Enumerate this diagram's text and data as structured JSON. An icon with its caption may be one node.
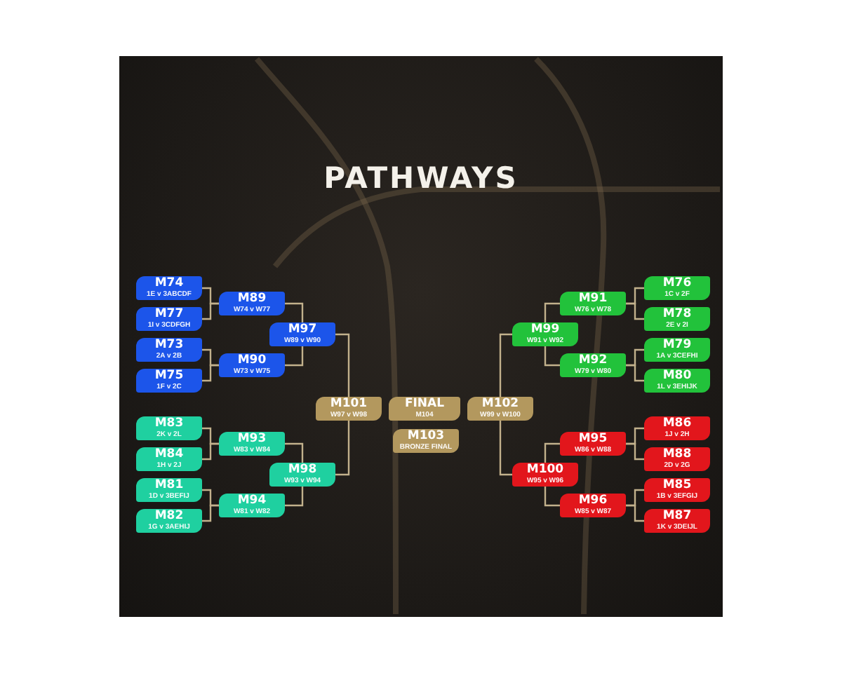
{
  "diagram": {
    "title": "PATHWAYS",
    "nodes": [
      {
        "text": [
          "M74",
          "1E v 3ABCDF"
        ]
      },
      {
        "text": [
          "M77",
          "1I v 3CDFGH"
        ]
      },
      {
        "text": [
          "M73",
          "2A v 2B"
        ]
      },
      {
        "text": [
          "M75",
          "1F v 2C"
        ]
      },
      {
        "text": [
          "M89",
          "W74 v W77"
        ]
      },
      {
        "text": [
          "M90",
          "W73 v W75"
        ]
      },
      {
        "text": [
          "M97",
          "W89 v W90"
        ]
      },
      {
        "text": [
          "M83",
          "2K v 2L"
        ]
      },
      {
        "text": [
          "M84",
          "1H v 2J"
        ]
      },
      {
        "text": [
          "M81",
          "1D v 3BEFIJ"
        ]
      },
      {
        "text": [
          "M82",
          "1G v 3AEHIJ"
        ]
      },
      {
        "text": [
          "M93",
          "W83 v W84"
        ]
      },
      {
        "text": [
          "M94",
          "W81 v W82"
        ]
      },
      {
        "text": [
          "M98",
          "W93 v W94"
        ]
      },
      {
        "text": [
          "M101",
          "W97 v W98"
        ]
      },
      {
        "text": [
          "FINAL",
          "M104"
        ]
      },
      {
        "text": [
          "M102",
          "W99 v W100"
        ]
      },
      {
        "text": [
          "M103",
          "BRONZE FINAL"
        ]
      },
      {
        "text": [
          "M91",
          "W76 v W78"
        ]
      },
      {
        "text": [
          "M92",
          "W79 v W80"
        ]
      },
      {
        "text": [
          "M99",
          "W91 v W92"
        ]
      },
      {
        "text": [
          "M76",
          "1C v 2F"
        ]
      },
      {
        "text": [
          "M78",
          "2E v 2I"
        ]
      },
      {
        "text": [
          "M79",
          "1A v 3CEFHI"
        ]
      },
      {
        "text": [
          "M80",
          "1L v 3EHIJK"
        ]
      },
      {
        "text": [
          "M95",
          "W86 v W88"
        ]
      },
      {
        "text": [
          "M96",
          "W85 v W87"
        ]
      },
      {
        "text": [
          "M100",
          "W95 v W96"
        ]
      },
      {
        "text": [
          "M86",
          "1J v 2H"
        ]
      },
      {
        "text": [
          "M88",
          "2D v 2G"
        ]
      },
      {
        "text": [
          "M85",
          "1B v 3EFGIJ"
        ]
      },
      {
        "text": [
          "M87",
          "1K v 3DEIJL"
        ]
      }
    ],
    "edges": [
      {
        "from": 0,
        "to": 4,
        "arrow": "none"
      },
      {
        "from": 1,
        "to": 4,
        "arrow": "none"
      },
      {
        "from": 2,
        "to": 5,
        "arrow": "none"
      },
      {
        "from": 3,
        "to": 5,
        "arrow": "none"
      },
      {
        "from": 4,
        "to": 6,
        "arrow": "none"
      },
      {
        "from": 5,
        "to": 6,
        "arrow": "none"
      },
      {
        "from": 6,
        "to": 14,
        "arrow": "none"
      },
      {
        "from": 7,
        "to": 11,
        "arrow": "none"
      },
      {
        "from": 8,
        "to": 11,
        "arrow": "none"
      },
      {
        "from": 9,
        "to": 12,
        "arrow": "none"
      },
      {
        "from": 10,
        "to": 12,
        "arrow": "none"
      },
      {
        "from": 11,
        "to": 13,
        "arrow": "none"
      },
      {
        "from": 12,
        "to": 13,
        "arrow": "none"
      },
      {
        "from": 13,
        "to": 14,
        "arrow": "none"
      },
      {
        "from": 21,
        "to": 18,
        "arrow": "none"
      },
      {
        "from": 22,
        "to": 18,
        "arrow": "none"
      },
      {
        "from": 23,
        "to": 19,
        "arrow": "none"
      },
      {
        "from": 24,
        "to": 19,
        "arrow": "none"
      },
      {
        "from": 18,
        "to": 20,
        "arrow": "none"
      },
      {
        "from": 19,
        "to": 20,
        "arrow": "none"
      },
      {
        "from": 20,
        "to": 16,
        "arrow": "none"
      },
      {
        "from": 28,
        "to": 25,
        "arrow": "none"
      },
      {
        "from": 29,
        "to": 25,
        "arrow": "none"
      },
      {
        "from": 30,
        "to": 26,
        "arrow": "none"
      },
      {
        "from": 31,
        "to": 26,
        "arrow": "none"
      },
      {
        "from": 25,
        "to": 27,
        "arrow": "none"
      },
      {
        "from": 26,
        "to": 27,
        "arrow": "none"
      },
      {
        "from": 27,
        "to": 16,
        "arrow": "none"
      }
    ]
  }
}
